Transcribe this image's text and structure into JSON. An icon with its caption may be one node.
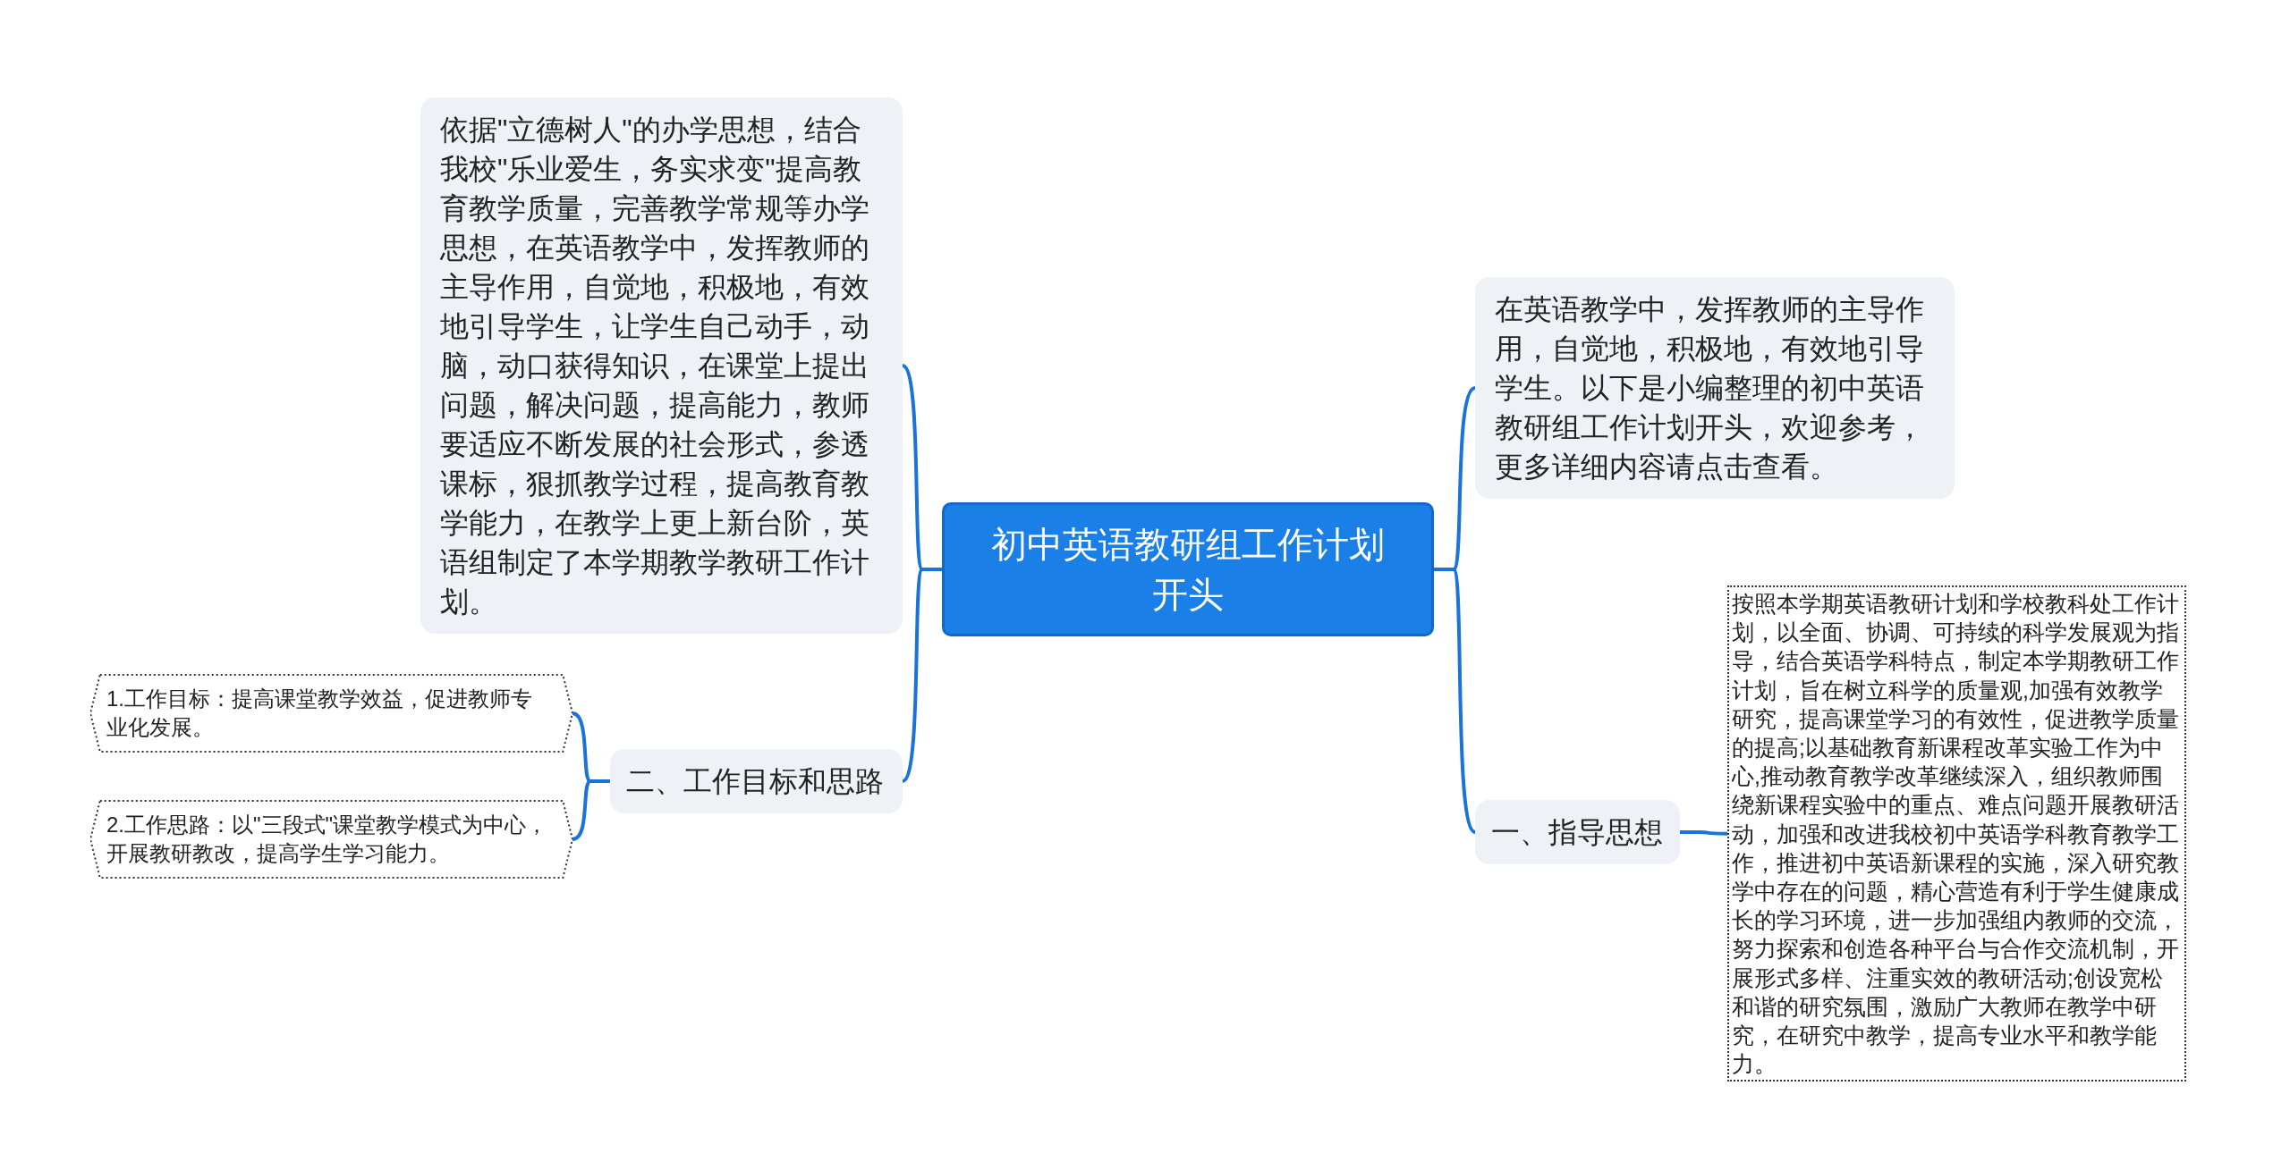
{
  "diagram": {
    "nodes": [
      {
        "text": [
          "初中英语教研组工作计划开头"
        ]
      },
      {
        "text": [
          "依据\"立德树人\"的办学思想，结合我校\"乐业爱生，务实求变\"提高教育教学质量，完善教学常规等办学思想，在英语教学中，发挥教师的主导作用，自觉地，积极地，有效地引导学生，让学生自己动手，动脑，动口获得知识，在课堂上提出问题，解决问题，提高能力，教师要适应不断发展的社会形式，参透课标，狠抓教学过程，提高教育教学能力，在教学上更上新台阶，英语组制定了本学期教学教研工作计划。"
        ]
      },
      {
        "text": [
          "二、工作目标和思路"
        ]
      },
      {
        "text": [
          "1.工作目标：提高课堂教学效益，促进教师专业化发展。"
        ]
      },
      {
        "text": [
          "2.工作思路：以\"三段式\"课堂教学模式为中心，开展教研教改，提高学生学习能力。"
        ]
      },
      {
        "text": [
          "在英语教学中，发挥教师的主导作用，自觉地，积极地，有效地引导学生。以下是小编整理的初中英语教研组工作计划开头，欢迎参考，更多详细内容请点击查看。"
        ]
      },
      {
        "text": [
          "一、指导思想"
        ]
      },
      {
        "text": [
          "按照本学期英语教研计划和学校教科处工作计划，以全面、协调、可持续的科学发展观为指导，结合英语学科特点，制定本学期教研工作计划，旨在树立科学的质量观,加强有效教学研究，提高课堂学习的有效性，促进教学质量的提高;以基础教育新课程改革实验工作为中心,推动教育教学改革继续深入，组织教师围绕新课程实验中的重点、难点问题开展教研活动，加强和改进我校初中英语学科教育教学工作，推进初中英语新课程的实施，深入研究教学中存在的问题，精心营造有利于学生健康成长的学习环境，进一步加强组内教师的交流，努力探索和创造各种平台与合作交流机制，开展形式多样、注重实效的教研活动;创设宽松和谐的研究氛围，激励广大教师在教学中研究，在研究中教学，提高专业水平和教学能力。"
        ]
      }
    ],
    "edges": [
      {
        "from": 0,
        "to": 1,
        "arrow": "none"
      },
      {
        "from": 0,
        "to": 2,
        "arrow": "none"
      },
      {
        "from": 2,
        "to": 3,
        "arrow": "none"
      },
      {
        "from": 2,
        "to": 4,
        "arrow": "none"
      },
      {
        "from": 0,
        "to": 5,
        "arrow": "none"
      },
      {
        "from": 0,
        "to": 6,
        "arrow": "none"
      },
      {
        "from": 6,
        "to": 7,
        "arrow": "none"
      }
    ]
  }
}
